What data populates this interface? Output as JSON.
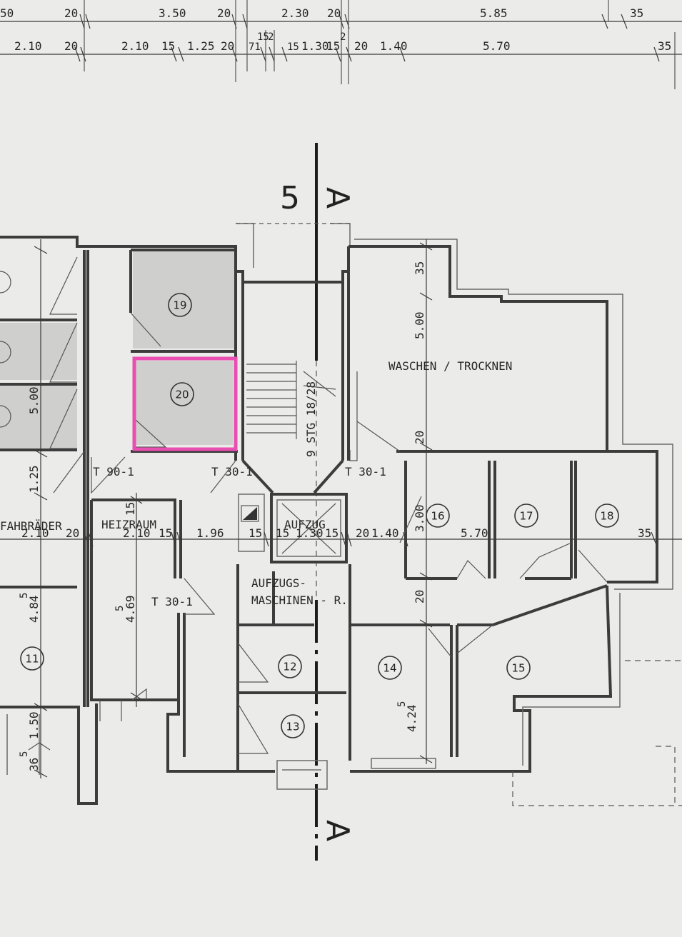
{
  "top_dims_row1": [
    "50",
    "20",
    "3.50",
    "20",
    "2.30",
    "20",
    "5.85",
    "35"
  ],
  "top_dims_row2": [
    "2.10",
    "20",
    "2.10",
    "15",
    "1.25",
    "20",
    "71",
    "15",
    "15",
    "1.30",
    "15",
    "20",
    "1.40",
    "5.70",
    "35"
  ],
  "small_dims": [
    "2",
    "2"
  ],
  "section_number": "5",
  "section_letter_top": "A",
  "section_letter_bottom": "A",
  "room_numbers": [
    "19",
    "20",
    "16",
    "17",
    "18",
    "12",
    "13",
    "14",
    "15",
    "11"
  ],
  "labels": {
    "waschen": "WASCHEN / TROCKNEN",
    "fahrraeder": "FAHRRÄDER",
    "heizraum": "HEIZRAUM",
    "aufzug": "AUFZUG",
    "aufzugs": "AUFZUGS-",
    "maschinen": "MASCHINEN - R."
  },
  "doors": [
    "T 90-1",
    "T 30-1",
    "T 30-1",
    "T 30-1"
  ],
  "stair_label": "9 STG 18/28",
  "mid_dims": [
    "2.10",
    "20",
    "2.10",
    "15",
    "1.96",
    "15",
    "15",
    "1.30",
    "15",
    "20",
    "1.40",
    "5.70",
    "35"
  ],
  "vert_dims": {
    "v35_top": "35",
    "v500_right": "5.00",
    "v20_right": "20",
    "v500_left": "5.00",
    "v125_left": "1.25",
    "v300": "3.00",
    "v20_lower": "20",
    "v15_heiz": "15",
    "v469": "4.69",
    "v469_sup": "5",
    "v484": "4.84",
    "v484_sup": "5",
    "v424": "4.24",
    "v424_sup": "5",
    "v150": "1.50",
    "v36": "36",
    "v36_sup": "5"
  },
  "colors": {
    "highlight": "#e84fb0",
    "ink": "#2a2a2a",
    "paper": "#ebebe9"
  }
}
